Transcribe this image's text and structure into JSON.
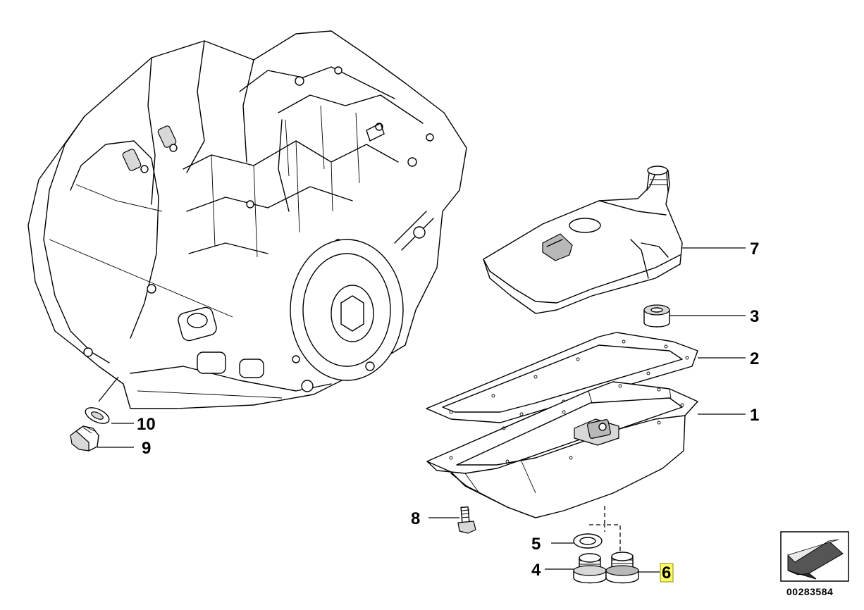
{
  "callouts": {
    "c1": "1",
    "c2": "2",
    "c3": "3",
    "c4": "4",
    "c5": "5",
    "c6": "6",
    "c7": "7",
    "c8": "8",
    "c9": "9",
    "c10": "10"
  },
  "diagram_number": "00283584",
  "colors": {
    "highlight": "#ffff66",
    "highlight_border": "#8a8a00",
    "line": "#000000",
    "background": "#ffffff"
  },
  "icons": {
    "nav_arrow": "arrow-down-left-icon"
  }
}
